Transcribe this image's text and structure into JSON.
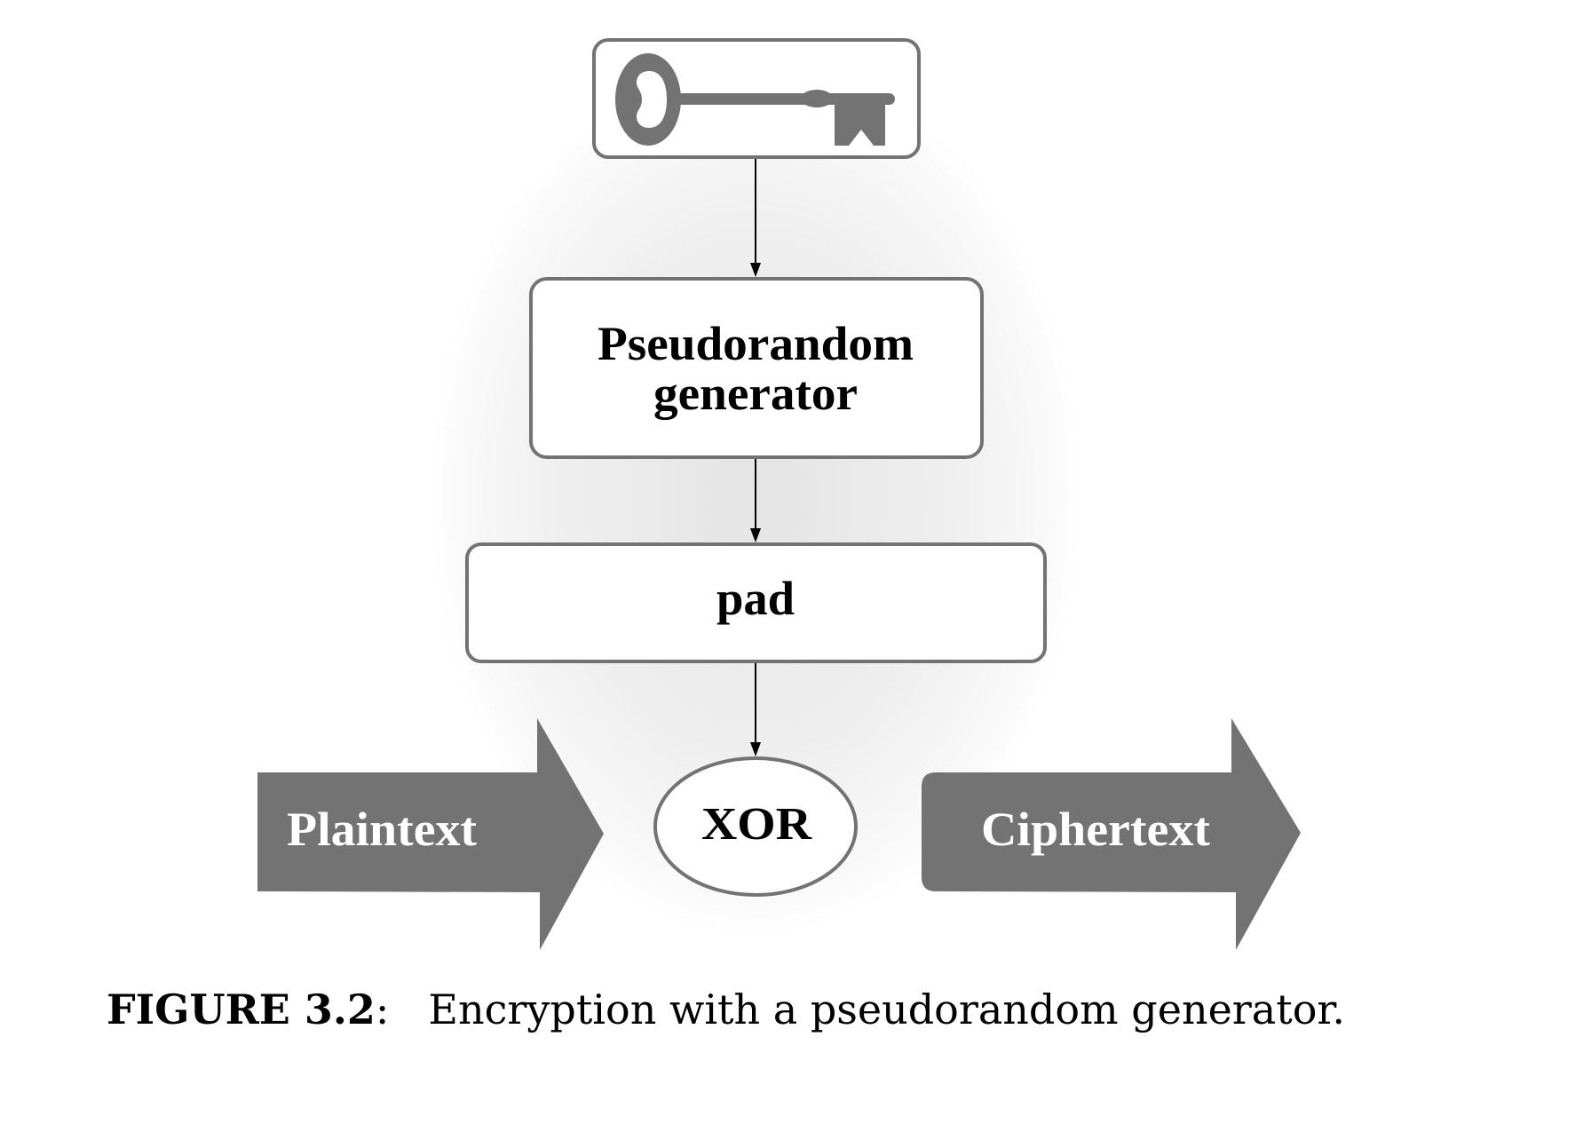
{
  "figure": {
    "key_node": {
      "icon": "key-icon"
    },
    "generator_node": {
      "line1": "Pseudorandom",
      "line2": "generator"
    },
    "pad_node": {
      "label": "pad"
    },
    "xor_node": {
      "label": "XOR"
    },
    "plaintext_arrow": {
      "label": "Plaintext"
    },
    "ciphertext_arrow": {
      "label": "Ciphertext"
    },
    "connections": [
      {
        "from": "key",
        "to": "Pseudorandom generator"
      },
      {
        "from": "Pseudorandom generator",
        "to": "pad"
      },
      {
        "from": "pad",
        "to": "XOR"
      }
    ],
    "colors": {
      "shape_gray": "#737373",
      "background_glow": "#e6e6e6",
      "box_fill": "#ffffff",
      "text": "#000000"
    }
  },
  "caption": {
    "label": "FIGURE 3.2",
    "colon": ":",
    "text": "Encryption with a pseudorandom generator."
  }
}
